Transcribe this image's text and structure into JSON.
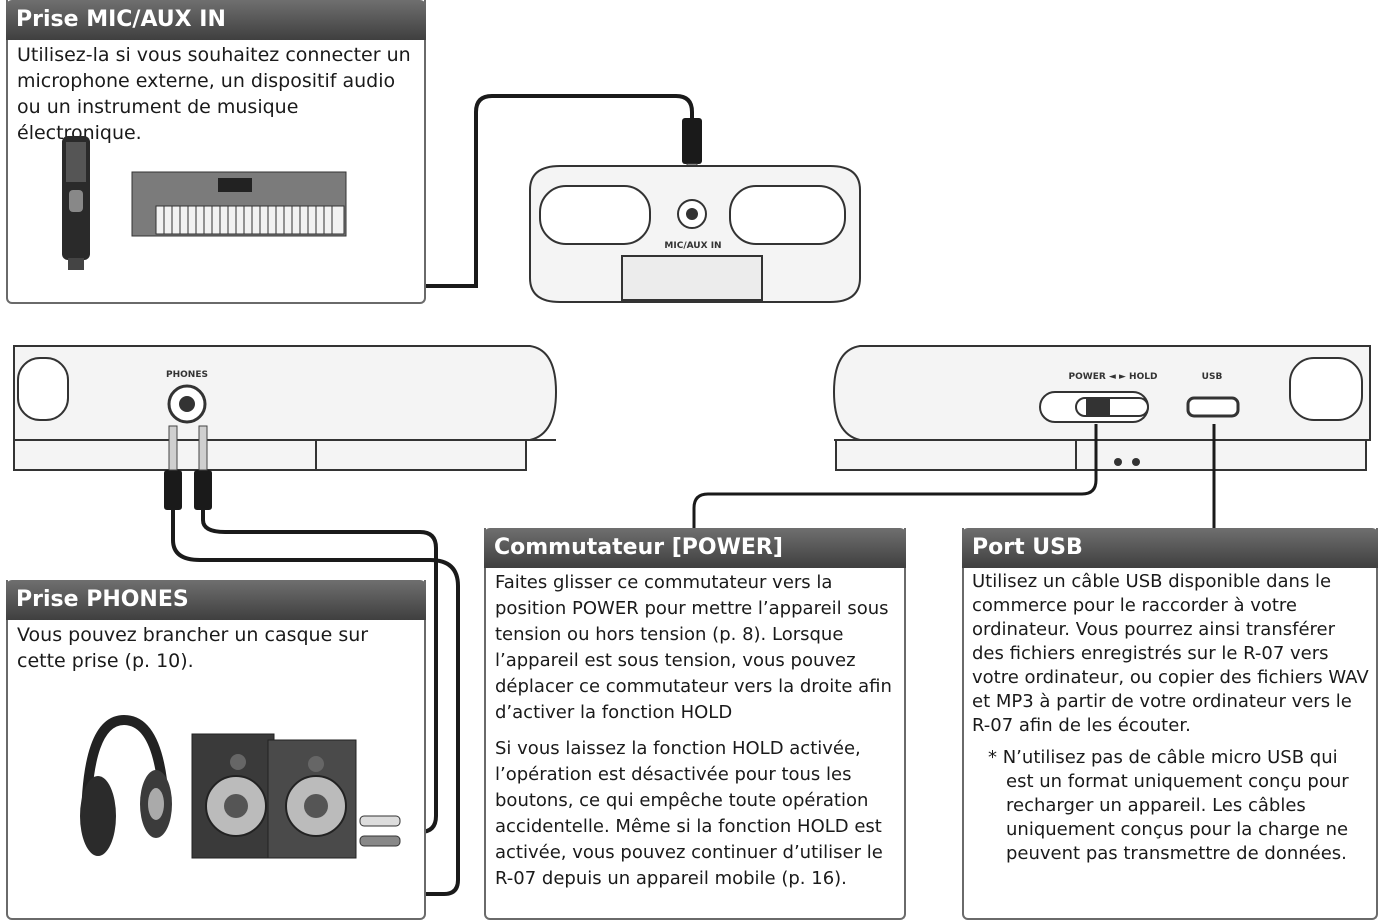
{
  "mic_aux_panel": {
    "title": "Prise MIC/AUX IN",
    "text": "Utilisez-la si vous souhaitez connecter un microphone externe, un dispositif audio ou un instrument de musique électronique."
  },
  "phones_panel": {
    "title": "Prise PHONES",
    "text": "Vous pouvez brancher un casque sur cette prise (p. 10)."
  },
  "power_panel": {
    "title": "Commutateur [POWER]",
    "text1": "Faites glisser ce commutateur vers la position POWER pour mettre l’appareil sous tension ou hors tension (p. 8). Lorsque l’appareil est sous tension, vous pouvez déplacer ce commutateur vers la droite afin d’activer la fonction HOLD",
    "text2": "Si vous laissez la fonction HOLD activée, l’opération est désactivée pour tous les boutons, ce qui empêche toute opération accidentelle. Même si la fonction HOLD est activée, vous pouvez continuer d’utiliser le R-07 depuis un appareil mobile (p. 16)."
  },
  "usb_panel": {
    "title": "Port USB",
    "text": "Utilisez un câble USB disponible dans le commerce pour le raccorder à votre ordinateur. Vous pourrez ainsi transférer des fichiers enregistrés sur le R-07 vers votre ordinateur, ou copier des fichiers WAV et MP3 à partir de votre ordinateur vers le R-07 afin de les écouter.",
    "note": "* N’utilisez pas de câble micro USB qui est un format uniquement conçu pour recharger un appareil. Les câbles uniquement conçus pour la charge ne peuvent pas transmettre de données."
  },
  "device_labels": {
    "mic_aux": "MIC/AUX IN",
    "phones": "PHONES",
    "power_hold": "POWER ◄ ► HOLD",
    "usb": "USB"
  },
  "icons": [
    "microphone-icon",
    "keyboard-synth-icon",
    "headphones-icon",
    "speaker-icon",
    "recorder-device-icon"
  ]
}
